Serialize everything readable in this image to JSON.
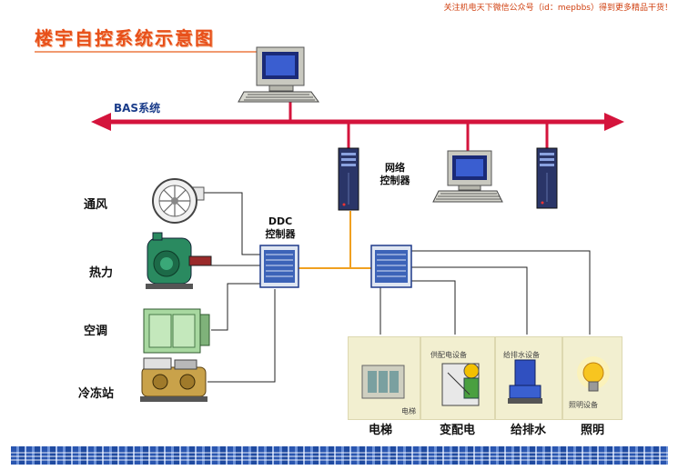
{
  "header": {
    "notice": "关注机电天下微信公众号（id：mepbbs）得到更多精品干货！",
    "title": "楼宇自控系统示意图"
  },
  "bus": {
    "label": "BAS系统"
  },
  "network_controller": {
    "label_line1": "网络",
    "label_line2": "控制器"
  },
  "ddc_controller": {
    "label_line1": "DDC",
    "label_line2": "控制器"
  },
  "equipment_left": [
    {
      "label": "通风",
      "icon": "ventilation-fan-icon"
    },
    {
      "label": "热力",
      "icon": "boiler-icon"
    },
    {
      "label": "空调",
      "icon": "air-handler-icon"
    },
    {
      "label": "冷冻站",
      "icon": "chiller-icon"
    }
  ],
  "subsystems": [
    {
      "label": "电梯",
      "caption": "电梯",
      "icon": "elevator-panel-icon"
    },
    {
      "label": "变配电",
      "caption": "供配电设备",
      "icon": "power-distribution-icon"
    },
    {
      "label": "给排水",
      "caption": "给排水设备",
      "icon": "water-pump-icon"
    },
    {
      "label": "照明",
      "caption": "照明设备",
      "icon": "light-bulb-icon"
    }
  ],
  "colors": {
    "bus": "#d4143c",
    "title": "#e8501a",
    "link": "#f0a020",
    "footer": "#2a56b0"
  }
}
